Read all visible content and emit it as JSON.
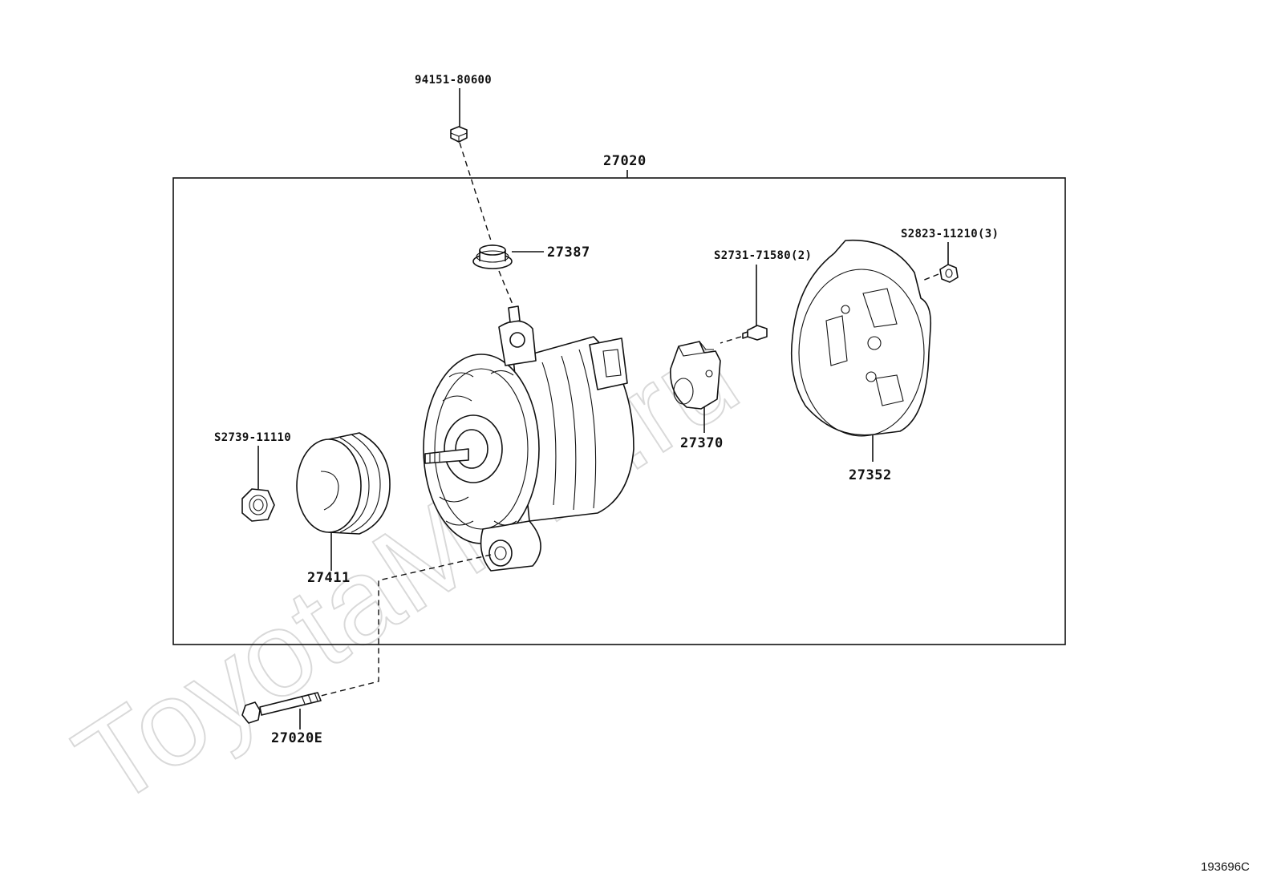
{
  "watermark": "ToyotaMine.ru",
  "figure_ref": "193696C",
  "assembly": {
    "number": "27020"
  },
  "callouts": [
    {
      "id": "nut-top",
      "label": "94151-80600"
    },
    {
      "id": "cap",
      "label": "27387"
    },
    {
      "id": "screw",
      "label": "S2731-71580(2)"
    },
    {
      "id": "nut-cover",
      "label": "S2823-11210(3)"
    },
    {
      "id": "nut-pulley",
      "label": "S2739-11110"
    },
    {
      "id": "regulator",
      "label": "27370"
    },
    {
      "id": "rear-cover",
      "label": "27352"
    },
    {
      "id": "pulley",
      "label": "27411"
    },
    {
      "id": "bolt",
      "label": "27020E"
    }
  ]
}
